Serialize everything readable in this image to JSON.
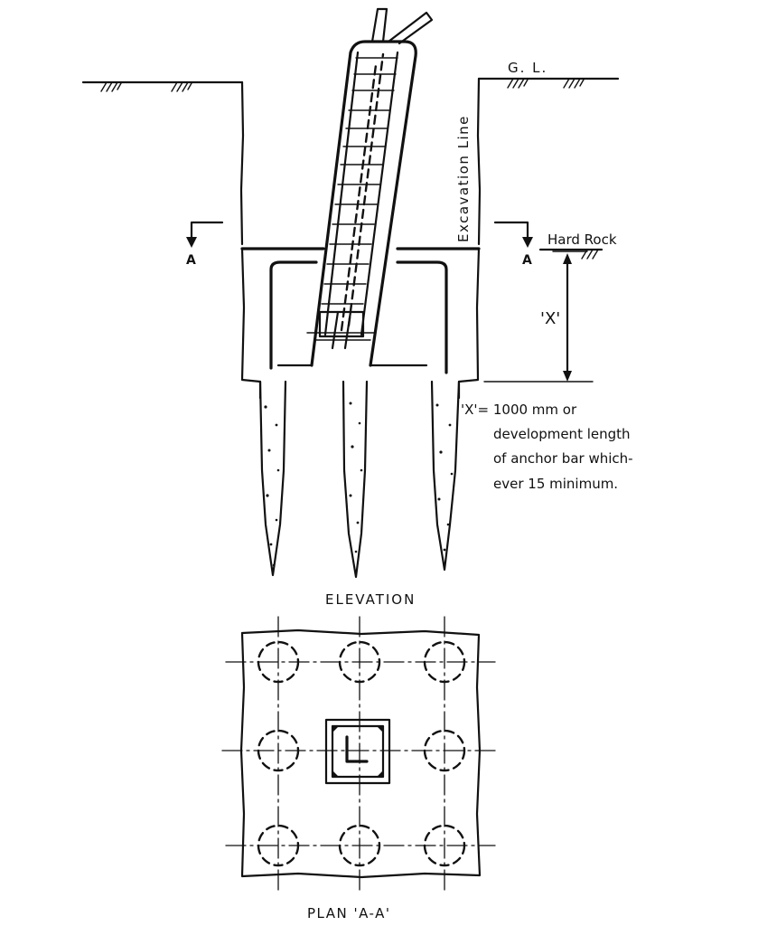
{
  "labels": {
    "ground_level": "G. L.",
    "excavation_line": "Excavation Line",
    "hard_rock": "Hard Rock",
    "section_mark": "A",
    "dimension_x": "'X'",
    "note_lines": [
      "'X'= 1000 mm or",
      "development length",
      "of anchor bar which-",
      "ever 15 minimum."
    ],
    "elevation_title": "ELEVATION",
    "plan_title": "PLAN 'A-A'"
  },
  "colors": {
    "ink": "#111111",
    "paper": "#ffffff"
  }
}
